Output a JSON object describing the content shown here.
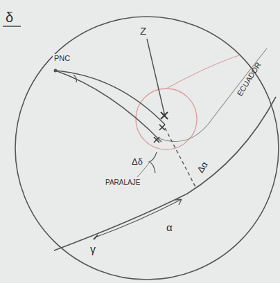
{
  "diagram": {
    "labels": [
      "δ",
      "Z",
      "PNC",
      "ECUADOR",
      "PARALAJE",
      "Δδ",
      "Δα",
      "α",
      "γ"
    ]
  }
}
